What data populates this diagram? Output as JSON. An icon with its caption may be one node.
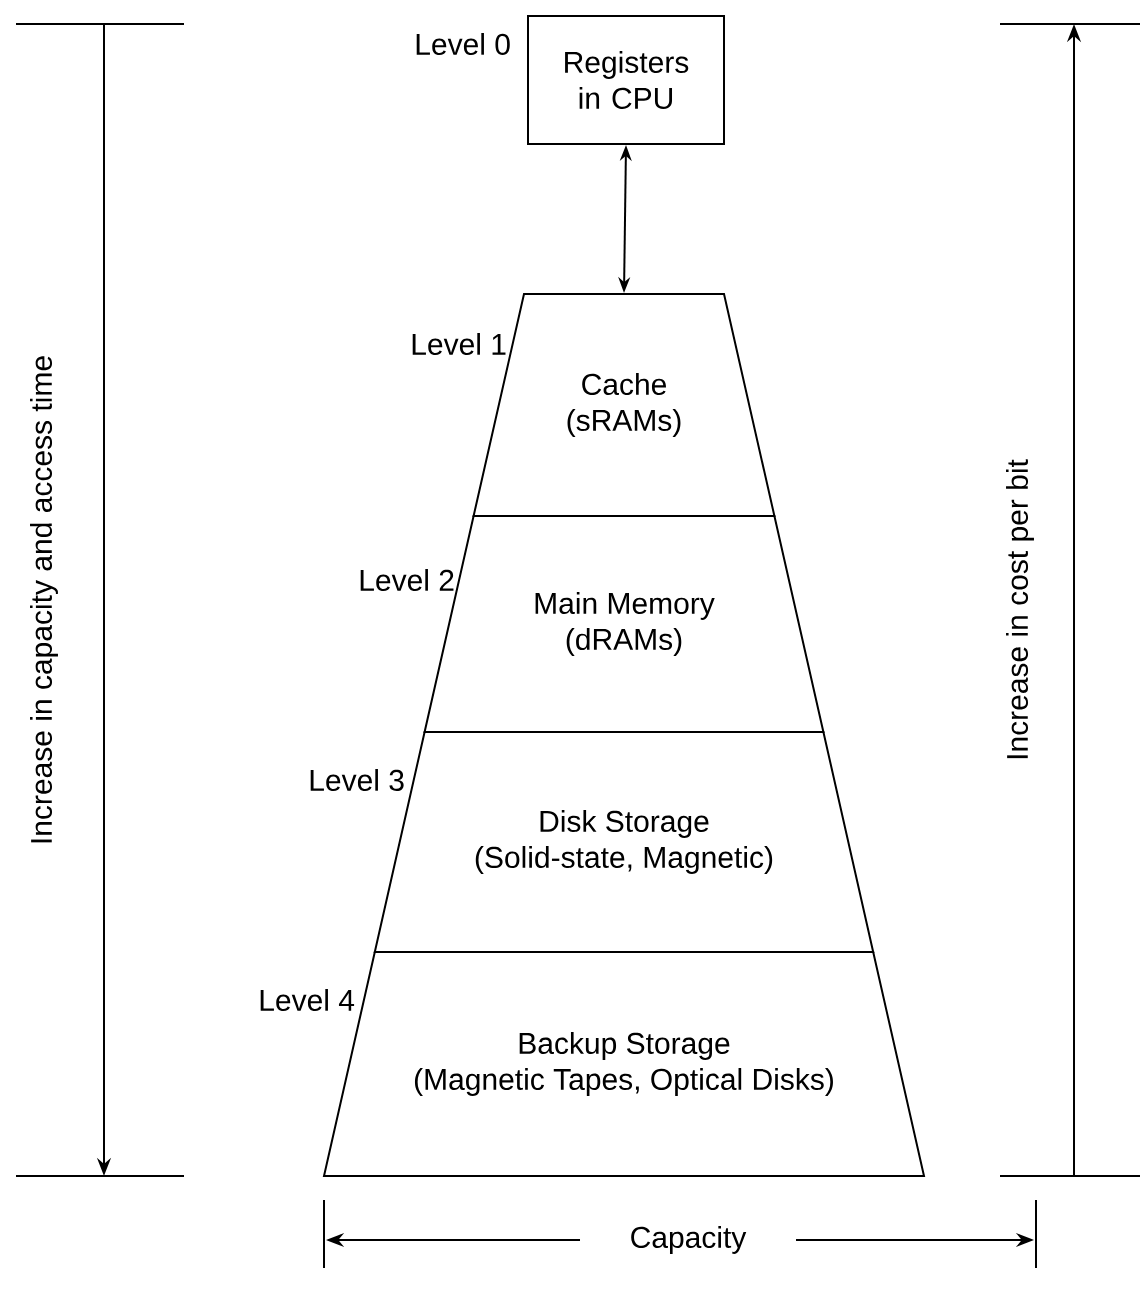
{
  "diagram": {
    "nodes": [
      {
        "text": [
          "Registers in CPU"
        ],
        "beside": [
          "Level 0"
        ]
      },
      {
        "text": [
          "Cache",
          "(sRAMs)"
        ],
        "beside": [
          "Level 1"
        ]
      },
      {
        "text": [
          "Main Memory",
          "(dRAMs)"
        ],
        "beside": [
          "Level 2"
        ]
      },
      {
        "text": [
          "Disk Storage",
          "(Solid-state, Magnetic)"
        ],
        "beside": [
          "Level 3"
        ]
      },
      {
        "text": [
          "Backup Storage",
          "(Magnetic Tapes, Optical Disks)"
        ],
        "beside": [
          "Level 4"
        ]
      }
    ],
    "edges": [
      {
        "from": 0,
        "to": 1,
        "arrow": "both"
      }
    ],
    "labels": [
      "Increase in capacity and access time",
      "Increase in cost per bit",
      "Capacity"
    ]
  }
}
